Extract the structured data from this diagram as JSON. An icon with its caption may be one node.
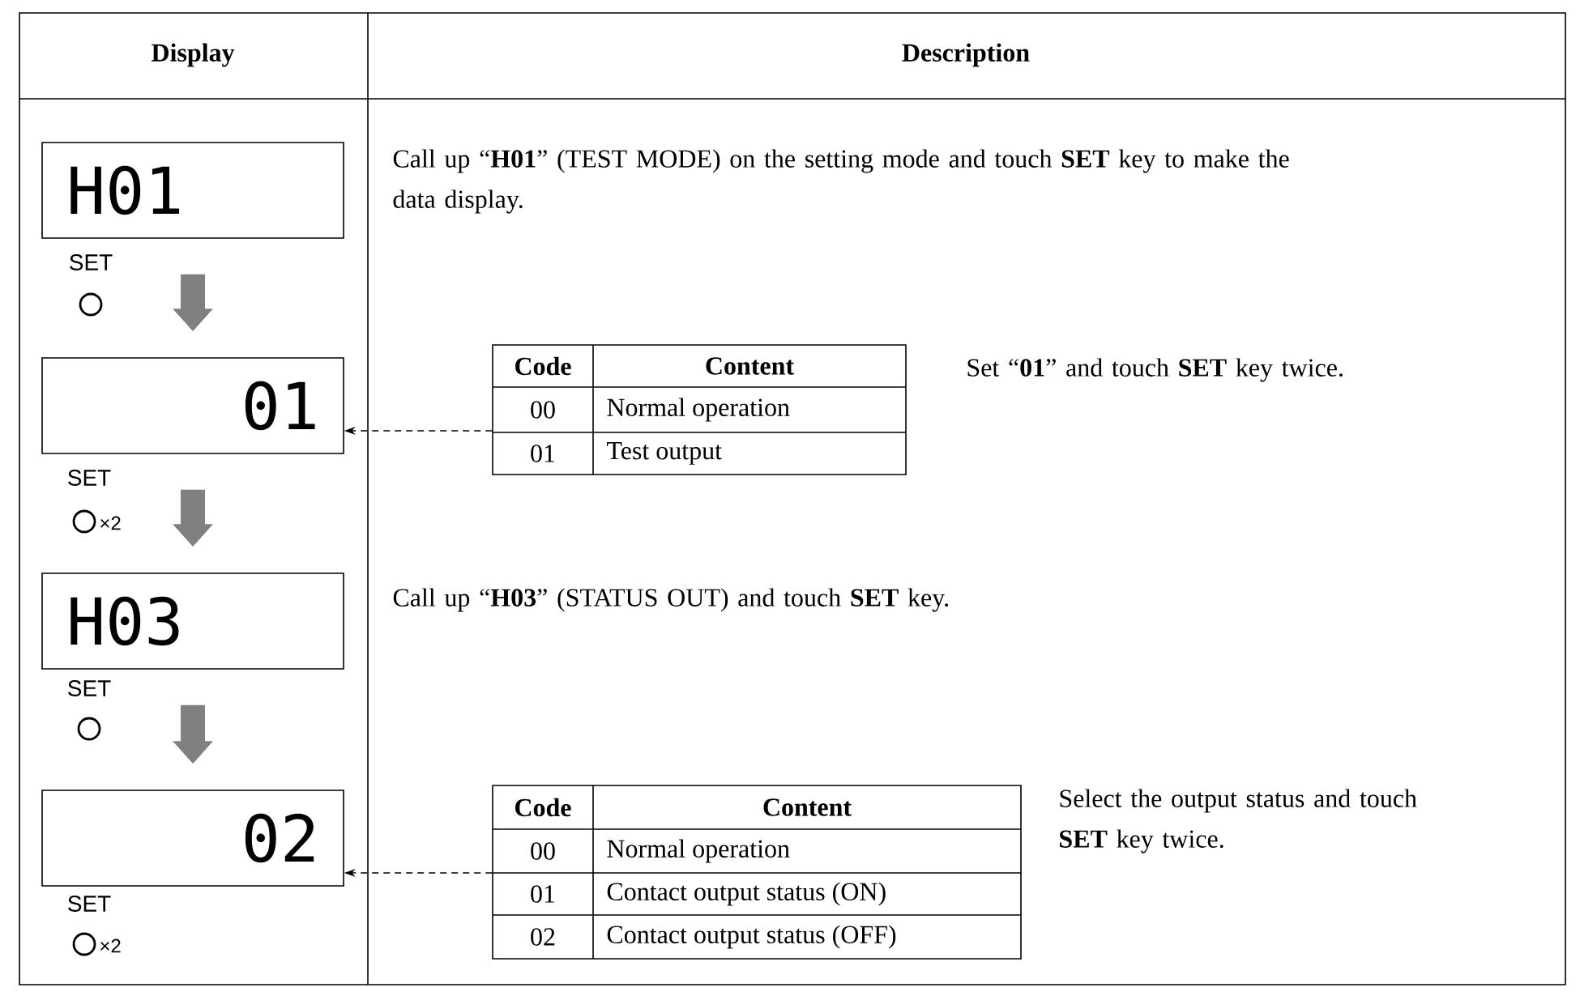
{
  "diagram": {
    "nodes": [
      {
        "text": [
          "H01"
        ]
      },
      {
        "text": [
          "01"
        ]
      },
      {
        "text": [
          "Code",
          "Content",
          "00",
          "Normal operation",
          "01",
          "Test output"
        ]
      },
      {
        "text": [
          "H03"
        ]
      },
      {
        "text": [
          "02"
        ]
      },
      {
        "text": [
          "Code",
          "Content",
          "00",
          "Normal operation",
          "01",
          "Contact output status (ON)",
          "02",
          "Contact output status (OFF)"
        ]
      }
    ],
    "edges": [
      {
        "from": 0,
        "to": 1,
        "arrow": "to"
      },
      {
        "from": 2,
        "to": 1,
        "arrow": "to",
        "style": "dashed",
        "color": "#000000"
      },
      {
        "from": 1,
        "to": 3,
        "arrow": "to"
      },
      {
        "from": 3,
        "to": 4,
        "arrow": "to"
      },
      {
        "from": 5,
        "to": 4,
        "arrow": "to",
        "style": "dashed",
        "color": "#000000"
      }
    ],
    "labels": [
      "Display",
      "Description",
      "Call up “**H01**” (TEST MODE) on the setting mode and touch **SET** key to make the data display.",
      "SET",
      "Set “**01**” and touch **SET** key twice.",
      "SET",
      "×2",
      "Call up “**H03**” (STATUS OUT) and touch **SET** key.",
      "SET",
      "Select the output status and touch **SET** key twice.",
      "SET",
      "×2"
    ]
  }
}
